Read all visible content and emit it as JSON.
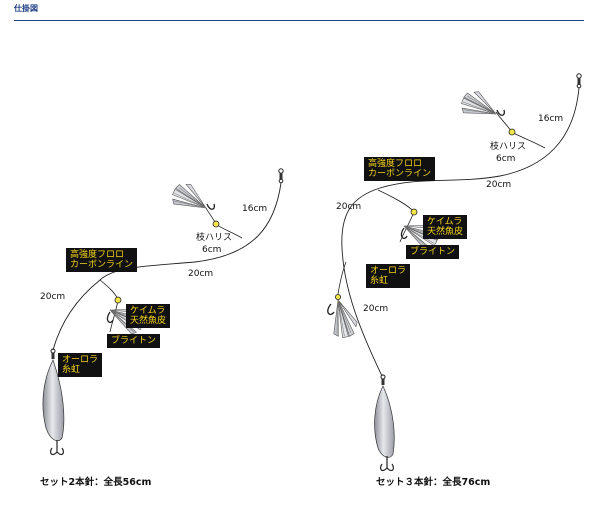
{
  "header": {
    "title": "仕掛図"
  },
  "rigs": [
    {
      "caption": "セット2本針：全長56cm",
      "dims": {
        "top_branch": "16cm",
        "mid_line": "20cm",
        "lower_line": "20cm"
      },
      "branch_label": [
        "枝ハリス",
        "6cm"
      ],
      "line_label": [
        "高強度フロロ",
        "カーボンライン"
      ],
      "skin_label": [
        "ケイムラ",
        "天然魚皮"
      ],
      "bright_label": "ブライトン",
      "aurora_label": [
        "オーロラ",
        "糸虹"
      ]
    },
    {
      "caption": "セット３本針：全長76cm",
      "dims": {
        "top_branch": "16cm",
        "mid_line": "20cm",
        "upper_left": "20cm",
        "lower_line": "20cm"
      },
      "branch_label": [
        "枝ハリス",
        "6cm"
      ],
      "line_label": [
        "高強度フロロ",
        "カーボンライン"
      ],
      "skin_label": [
        "ケイムラ",
        "天然魚皮"
      ],
      "bright_label": "ブライトン",
      "aurora_label": [
        "オーロラ",
        "糸虹"
      ]
    }
  ],
  "colors": {
    "header": "#1f3f86",
    "label_box": "#111111",
    "label_text": "#f6d417",
    "bead": "#f2e54a",
    "lure": "#b9bcc4"
  }
}
